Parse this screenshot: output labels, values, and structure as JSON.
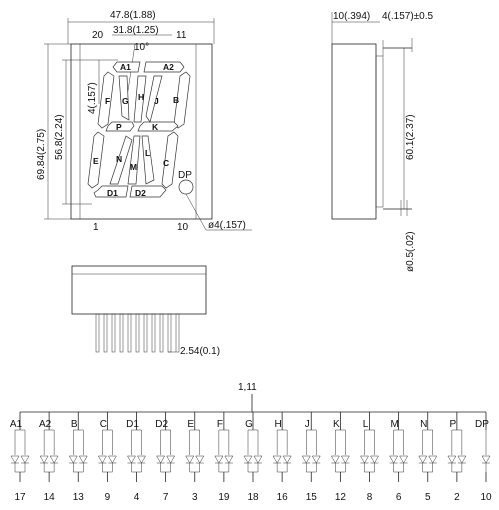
{
  "front_view": {
    "overall_width": "47.8(1.88)",
    "seg_width": "31.8(1.25)",
    "left_offset": "20",
    "right_offset": "11",
    "slant": "10°",
    "overall_height": "69.84(2.75)",
    "digit_height": "56.8(2.24)",
    "char_height": "4(.157)",
    "pin1": "1",
    "pin10": "10",
    "dp_label": "DP",
    "hole_dia": "ø4(.157)",
    "segments": [
      "A1",
      "A2",
      "F",
      "G",
      "H",
      "J",
      "B",
      "P",
      "K",
      "E",
      "N",
      "M",
      "L",
      "C",
      "D1",
      "D2"
    ]
  },
  "side_view": {
    "depth": "10(.394)",
    "lead_len": "4(.157)±0.5",
    "body_height": "60.1(2.37)",
    "lead_dia": "ø0.5(.02)"
  },
  "bottom_view": {
    "pitch": "2.54(0.1)"
  },
  "circuit": {
    "common": "1,11",
    "segment_labels": [
      "A1",
      "A2",
      "B",
      "C",
      "D1",
      "D2",
      "E",
      "F",
      "G",
      "H",
      "J",
      "K",
      "L",
      "M",
      "N",
      "P",
      "DP"
    ],
    "pin_numbers": [
      "17",
      "14",
      "13",
      "9",
      "4",
      "7",
      "3",
      "19",
      "18",
      "16",
      "15",
      "12",
      "8",
      "6",
      "5",
      "2",
      "10"
    ]
  }
}
